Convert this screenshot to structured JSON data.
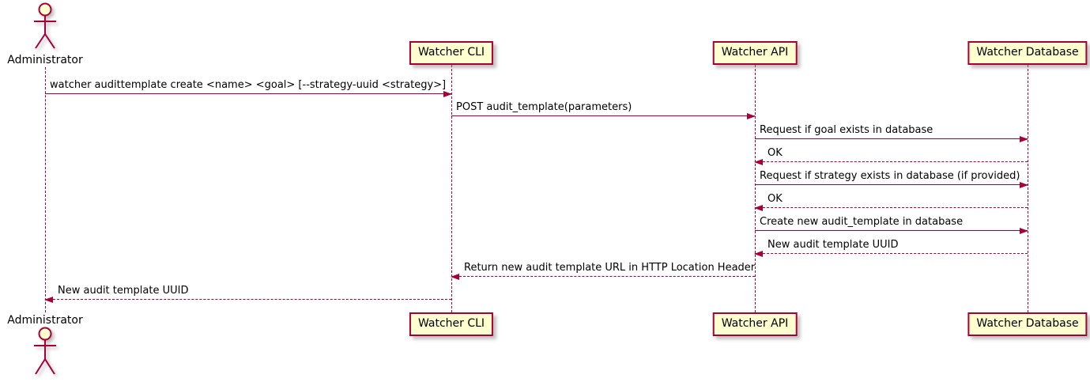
{
  "diagram": {
    "type": "uml-sequence",
    "participants": [
      {
        "name": "Administrator",
        "kind": "actor"
      },
      {
        "name": "Watcher CLI",
        "kind": "participant"
      },
      {
        "name": "Watcher API",
        "kind": "participant"
      },
      {
        "name": "Watcher Database",
        "kind": "participant"
      }
    ],
    "messages": [
      {
        "from": "Administrator",
        "to": "Watcher CLI",
        "line": "solid",
        "label": "watcher audittemplate create <name> <goal> [--strategy-uuid <strategy>]"
      },
      {
        "from": "Watcher CLI",
        "to": "Watcher API",
        "line": "solid",
        "label": "POST audit_template(parameters)"
      },
      {
        "from": "Watcher API",
        "to": "Watcher Database",
        "line": "solid",
        "label": "Request if goal exists in database"
      },
      {
        "from": "Watcher Database",
        "to": "Watcher API",
        "line": "dashed",
        "label": "OK"
      },
      {
        "from": "Watcher API",
        "to": "Watcher Database",
        "line": "solid",
        "label": "Request if strategy exists in database (if provided)"
      },
      {
        "from": "Watcher Database",
        "to": "Watcher API",
        "line": "dashed",
        "label": "OK"
      },
      {
        "from": "Watcher API",
        "to": "Watcher Database",
        "line": "solid",
        "label": "Create new audit_template in database"
      },
      {
        "from": "Watcher Database",
        "to": "Watcher API",
        "line": "dashed",
        "label": "New audit template UUID"
      },
      {
        "from": "Watcher API",
        "to": "Watcher CLI",
        "line": "dashed",
        "label": "Return new audit template URL in HTTP Location Header"
      },
      {
        "from": "Watcher CLI",
        "to": "Administrator",
        "line": "dashed",
        "label": "New audit template UUID"
      }
    ],
    "colors": {
      "line": "#A80036",
      "participant_fill": "#FEFECE",
      "participant_border": "#A80036",
      "text": "#000000",
      "background": "#FFFFFF"
    }
  }
}
